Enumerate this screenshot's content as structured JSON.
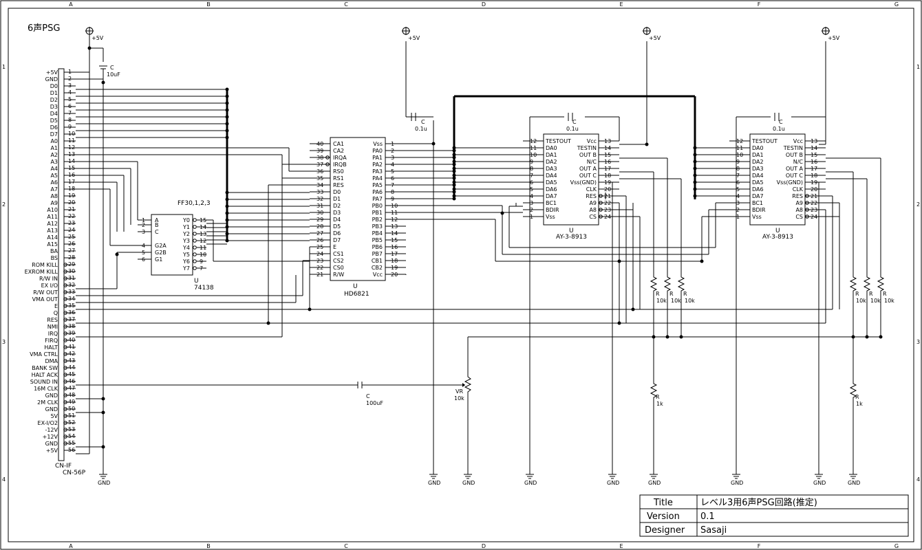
{
  "sheet": {
    "heading": "6声PSG",
    "columns": [
      "A",
      "B",
      "C",
      "D",
      "E",
      "F",
      "G"
    ],
    "rows": [
      "1",
      "2",
      "3",
      "4"
    ]
  },
  "title_block": {
    "title_label": "Title",
    "title_value": "レベル3用6声PSG回路(推定)",
    "version_label": "Version",
    "version_value": "0.1",
    "designer_label": "Designer",
    "designer_value": "Sasaji"
  },
  "power": {
    "vcc": "+5V",
    "gnd": "GND"
  },
  "connector": {
    "ref": "CN-IF",
    "part": "CN-56P",
    "pins": [
      "+5V",
      "GND",
      "D0",
      "D1",
      "D2",
      "D3",
      "D4",
      "D5",
      "D6",
      "D7",
      "A0",
      "A1",
      "A2",
      "A3",
      "A4",
      "A5",
      "A6",
      "A7",
      "A8",
      "A9",
      "A10",
      "A11",
      "A12",
      "A13",
      "A14",
      "A15",
      "BA",
      "BS",
      "ROM KILL",
      "EXROM KILL",
      "R/W IN",
      "EX I/O",
      "R/W OUT",
      "VMA OUT",
      "E",
      "Q",
      "RES",
      "NMI",
      "IRQ",
      "FIRQ",
      "HALT",
      "VMA CTRL",
      "DMA",
      "BANK SW",
      "HALT ACK",
      "SOUND IN",
      "16M CLK",
      "GND",
      "2M CLK",
      "GND",
      "5V",
      "EX-I/O2",
      "-12V",
      "+12V",
      "GND",
      "+5V"
    ]
  },
  "decoder": {
    "ref": "U",
    "part": "74138",
    "note": "FF30,1,2,3",
    "left_pins": [
      [
        "1",
        "A"
      ],
      [
        "2",
        "B"
      ],
      [
        "3",
        "C"
      ],
      [
        "4",
        "G2A"
      ],
      [
        "5",
        "G2B"
      ],
      [
        "6",
        "G1"
      ]
    ],
    "right_pins": [
      [
        "15",
        "Y0"
      ],
      [
        "14",
        "Y1"
      ],
      [
        "13",
        "Y2"
      ],
      [
        "12",
        "Y3"
      ],
      [
        "11",
        "Y4"
      ],
      [
        "10",
        "Y5"
      ],
      [
        "9",
        "Y6"
      ],
      [
        "7",
        "Y7"
      ]
    ]
  },
  "pia": {
    "ref": "U",
    "part": "HD6821",
    "left_pins": [
      [
        "40",
        "CA1"
      ],
      [
        "39",
        "CA2"
      ],
      [
        "38",
        "IRQA"
      ],
      [
        "37",
        "IRQB"
      ],
      [
        "36",
        "RS0"
      ],
      [
        "35",
        "RS1"
      ],
      [
        "34",
        "RES"
      ],
      [
        "33",
        "D0"
      ],
      [
        "32",
        "D1"
      ],
      [
        "31",
        "D2"
      ],
      [
        "30",
        "D3"
      ],
      [
        "29",
        "D4"
      ],
      [
        "28",
        "D5"
      ],
      [
        "27",
        "D6"
      ],
      [
        "26",
        "D7"
      ],
      [
        "25",
        "E"
      ],
      [
        "24",
        "CS1"
      ],
      [
        "23",
        "CS2"
      ],
      [
        "22",
        "CS0"
      ],
      [
        "21",
        "R/W"
      ]
    ],
    "right_pins": [
      [
        "1",
        "Vss"
      ],
      [
        "2",
        "PA0"
      ],
      [
        "3",
        "PA1"
      ],
      [
        "4",
        "PA2"
      ],
      [
        "5",
        "PA3"
      ],
      [
        "6",
        "PA4"
      ],
      [
        "7",
        "PA5"
      ],
      [
        "8",
        "PA6"
      ],
      [
        "9",
        "PA7"
      ],
      [
        "10",
        "PB0"
      ],
      [
        "11",
        "PB1"
      ],
      [
        "12",
        "PB2"
      ],
      [
        "13",
        "PB3"
      ],
      [
        "14",
        "PB4"
      ],
      [
        "15",
        "PB5"
      ],
      [
        "16",
        "PB6"
      ],
      [
        "17",
        "PB7"
      ],
      [
        "18",
        "CB1"
      ],
      [
        "19",
        "CB2"
      ],
      [
        "20",
        "Vcc"
      ]
    ]
  },
  "psg": {
    "ref": "U",
    "part": "AY-3-8913",
    "left_pins": [
      [
        "12",
        "TESTOUT"
      ],
      [
        "11",
        "DA0"
      ],
      [
        "10",
        "DA1"
      ],
      [
        "9",
        "DA2"
      ],
      [
        "8",
        "DA3"
      ],
      [
        "7",
        "DA4"
      ],
      [
        "6",
        "DA5"
      ],
      [
        "5",
        "DA6"
      ],
      [
        "4",
        "DA7"
      ],
      [
        "3",
        "BC1"
      ],
      [
        "2",
        "BDIR"
      ],
      [
        "1",
        "Vss"
      ]
    ],
    "right_pins": [
      [
        "13",
        "Vcc"
      ],
      [
        "14",
        "TESTIN"
      ],
      [
        "15",
        "OUT B"
      ],
      [
        "16",
        "N/C"
      ],
      [
        "17",
        "OUT A"
      ],
      [
        "18",
        "OUT C"
      ],
      [
        "19",
        "Vss(GND)"
      ],
      [
        "20",
        "CLK"
      ],
      [
        "21",
        "RES"
      ],
      [
        "22",
        "A9"
      ],
      [
        "23",
        "A8"
      ],
      [
        "24",
        "CS"
      ]
    ]
  },
  "passives": {
    "c_ref": "C",
    "r_ref": "R",
    "vr_ref": "VR",
    "c_10u": "10uF",
    "c_01u": "0.1u",
    "c_100u": "100uF",
    "r_10k": "10k",
    "r_1k": "1k"
  }
}
